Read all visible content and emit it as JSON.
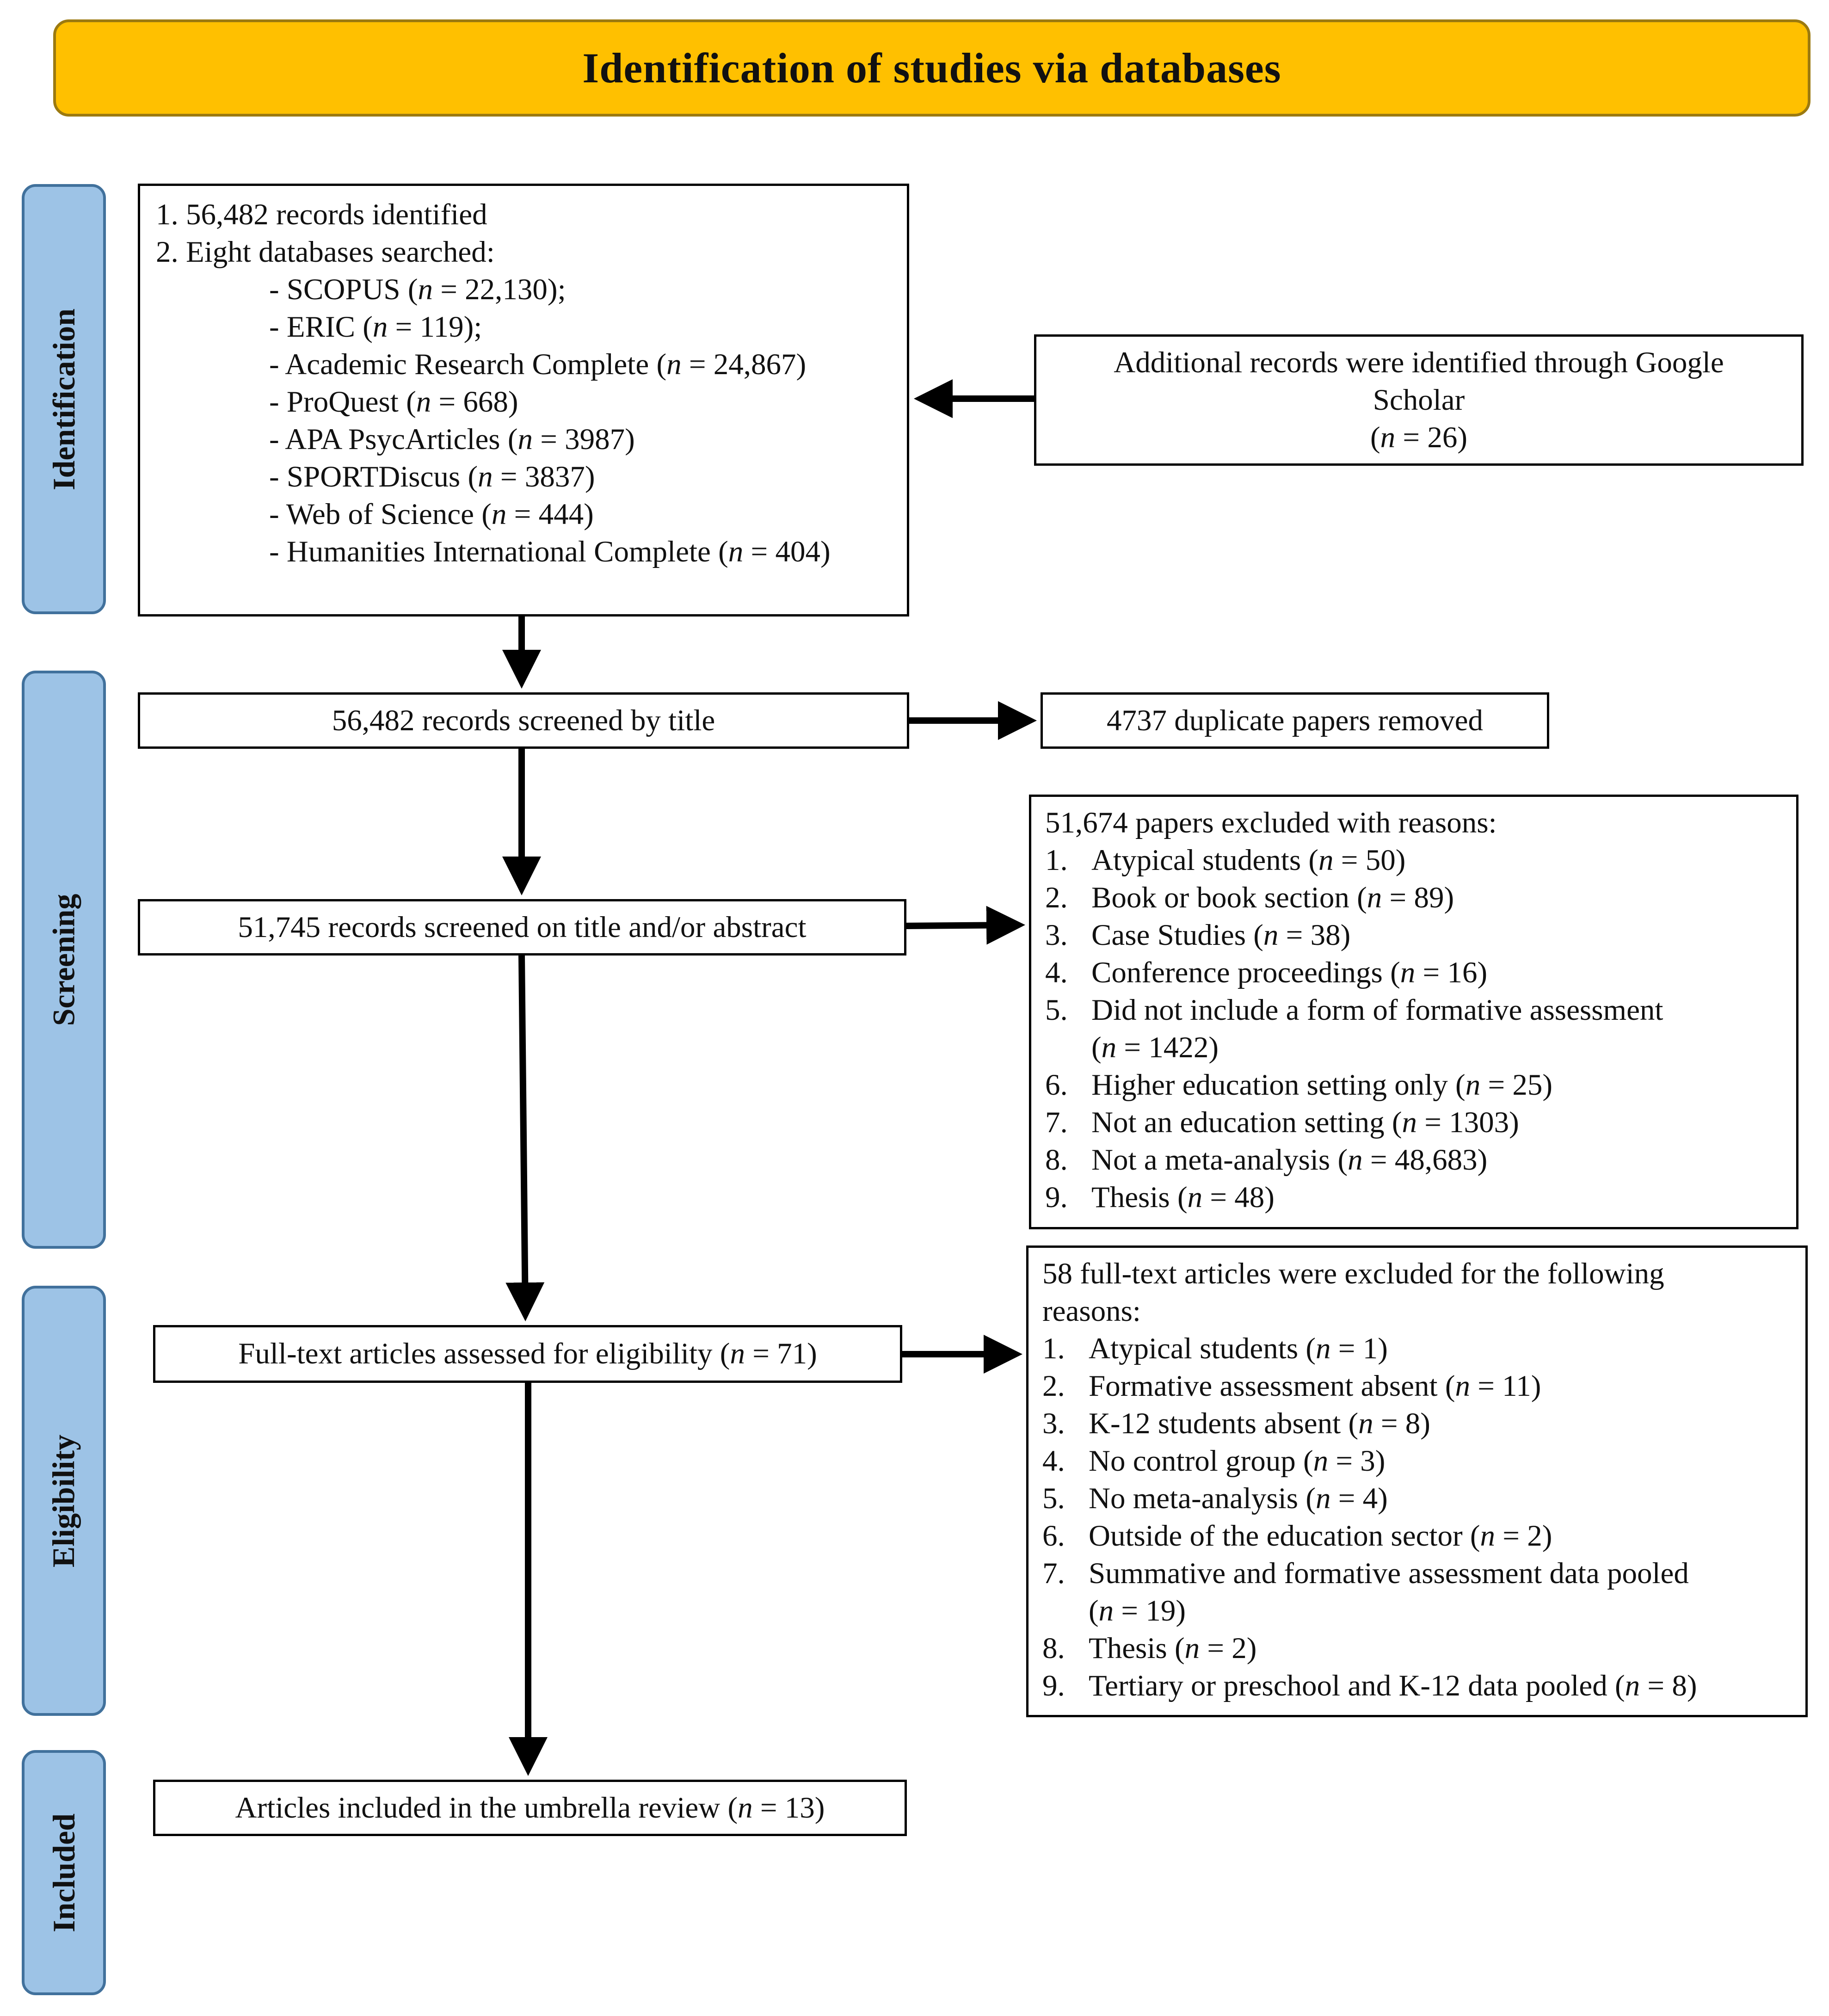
{
  "header": {
    "title": "Identification of studies via databases"
  },
  "phases": {
    "identification": "Identification",
    "screening": "Screening",
    "eligibility": "Eligibility",
    "included": "Included"
  },
  "identification_box": {
    "line1": "1. 56,482 records identified",
    "line2": "2. Eight databases searched:",
    "databases": [
      "- SCOPUS (n = 22,130);",
      "- ERIC (n = 119);",
      "- Academic Research Complete (n = 24,867)",
      "- ProQuest (n = 668)",
      "- APA PsycArticles (n = 3987)",
      "- SPORTDiscus (n = 3837)",
      "- Web of Science (n = 444)",
      "- Humanities International Complete (n = 404)"
    ]
  },
  "additional_box": {
    "line1": "Additional records were identified through Google",
    "line2": "Scholar",
    "line3": "(n = 26)"
  },
  "screened_title": "56,482 records screened by title",
  "duplicates_removed": "4737 duplicate papers removed",
  "screened_abstract": "51,745 records screened on title and/or abstract",
  "excluded_screening": {
    "heading": "51,674 papers excluded with reasons:",
    "items": [
      {
        "num": "1.",
        "text": "Atypical students (n = 50)"
      },
      {
        "num": "2.",
        "text": "Book or book section (n = 89)"
      },
      {
        "num": "3.",
        "text": "Case Studies (n = 38)"
      },
      {
        "num": "4.",
        "text": "Conference proceedings (n = 16)"
      },
      {
        "num": "5.",
        "text": "Did not include a form of formative assessment",
        "cont": "(n = 1422)"
      },
      {
        "num": "6.",
        "text": "Higher education setting only (n = 25)"
      },
      {
        "num": "7.",
        "text": "Not an education setting (n = 1303)"
      },
      {
        "num": "8.",
        "text": "Not a meta-analysis (n = 48,683)"
      },
      {
        "num": "9.",
        "text": "Thesis (n = 48)"
      }
    ]
  },
  "fulltext_assessed": "Full-text articles assessed for eligibility  (n = 71)",
  "excluded_fulltext": {
    "heading1": "58 full-text articles were excluded for the following",
    "heading2": "reasons:",
    "items": [
      {
        "num": "1.",
        "text": "Atypical students (n = 1)"
      },
      {
        "num": "2.",
        "text": "Formative assessment absent (n = 11)"
      },
      {
        "num": "3.",
        "text": "K-12 students absent (n = 8)"
      },
      {
        "num": "4.",
        "text": "No control  group (n = 3)"
      },
      {
        "num": "5.",
        "text": "No meta-analysis (n = 4)"
      },
      {
        "num": "6.",
        "text": "Outside of the education sector (n = 2)"
      },
      {
        "num": "7.",
        "text": "Summative and formative assessment data pooled",
        "cont": "(n = 19)"
      },
      {
        "num": "8.",
        "text": "Thesis (n = 2)"
      },
      {
        "num": "9.",
        "text": "Tertiary or preschool and K-12 data pooled (n = 8)"
      }
    ]
  },
  "included_box": "Articles included in the umbrella review (n = 13)"
}
